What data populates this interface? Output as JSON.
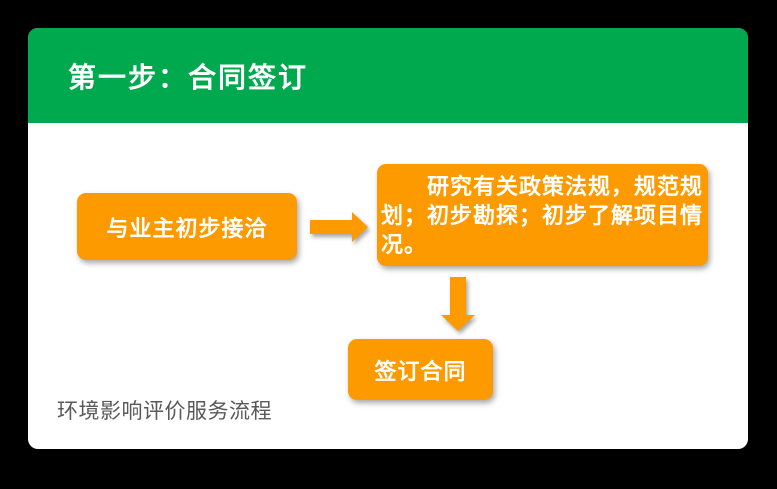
{
  "window": {
    "background_color": "#000000",
    "card_color": "#ffffff"
  },
  "header": {
    "title": "第一步：合同签订",
    "background_color": "#00A94E",
    "text_color": "#ffffff"
  },
  "flowchart": {
    "node_color": "#FC9A00",
    "node_text_color": "#ffffff",
    "nodes": {
      "contact": {
        "label": "与业主初步接洽"
      },
      "research": {
        "text": "研究有关政策法规，规范规划；初步勘探；初步了解项目情况。",
        "lines": [
          "　　研究有关政策法规，规范规",
          "划；初步勘探；初步了解项目情",
          "况。"
        ]
      },
      "sign": {
        "label": "签订合同"
      }
    },
    "connectors": [
      {
        "from": "contact",
        "to": "research",
        "direction": "right",
        "icon": "arrow-right-icon"
      },
      {
        "from": "research",
        "to": "sign",
        "direction": "down",
        "icon": "arrow-down-icon"
      }
    ]
  },
  "footer": {
    "caption": "环境影响评价服务流程",
    "text_color": "#595959"
  }
}
